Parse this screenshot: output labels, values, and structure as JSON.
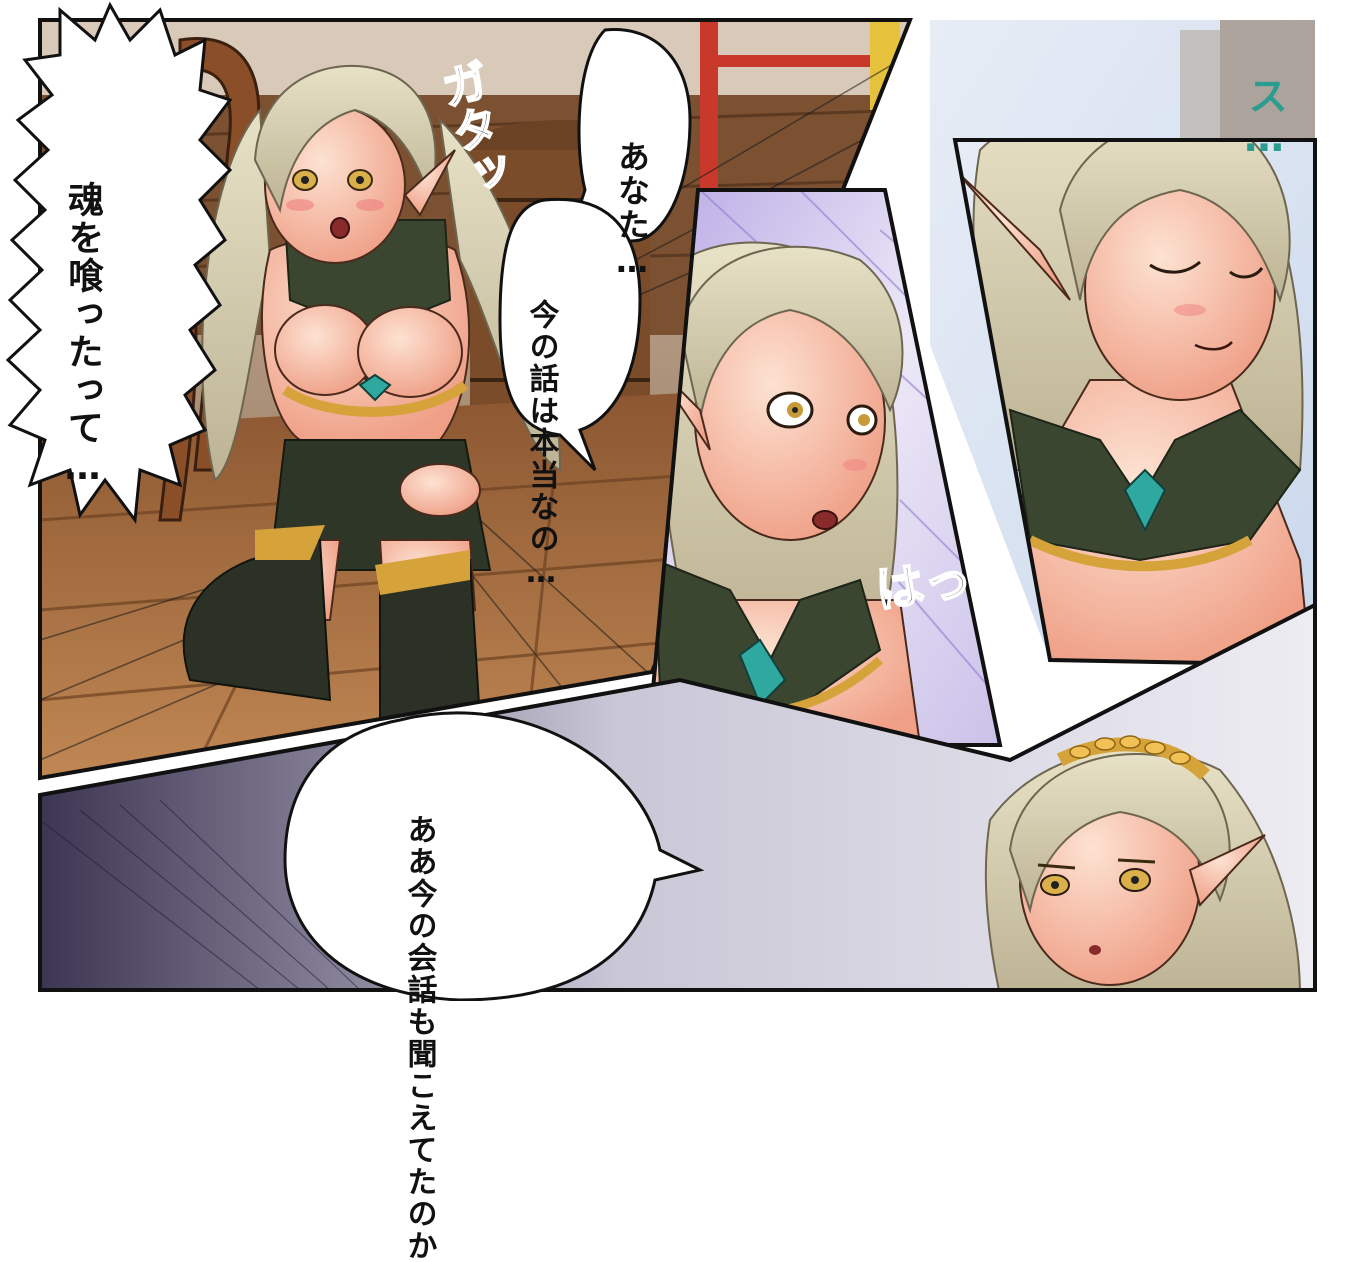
{
  "colors": {
    "border": "#111111",
    "gutter": "#ffffff",
    "wood_dark": "#6b4224",
    "wood_mid": "#a46a3c",
    "wood_light": "#c8915c",
    "hair": "#d9d2b4",
    "skin": "#f6c3a8",
    "outfit_green": "#3a4630",
    "gold": "#d6a23a",
    "gem": "#2fa9a0",
    "sky": "#d9e4f2",
    "violet_bg": "#cfc6ea",
    "lavender": "#dcd8e8",
    "dark_gradient": "#3a3350",
    "sfx_teal": "#2a9d8f"
  },
  "panels": {
    "p1": {
      "illustration": "elf-woman-kneeling-surprised-in-tavern"
    },
    "p2": {
      "illustration": "elf-woman-closeup-shocked"
    },
    "p3": {
      "illustration": "elf-woman-eyes-closed-smug"
    },
    "p4": {
      "illustration": "elf-woman-with-braided-circlet"
    }
  },
  "dialogue": {
    "bubble_1": {
      "lines": [
        "魂を",
        "喰ったって…"
      ]
    },
    "bubble_2": {
      "lines": [
        "あなた…"
      ]
    },
    "bubble_3": {
      "lines": [
        "今の話は",
        "本当なの…"
      ]
    },
    "bubble_4": {
      "lines": [
        "ああ",
        "今の会話も",
        "聞こえてたのか"
      ]
    }
  },
  "sfx": {
    "gata": "ガタッ",
    "ha": "はっ",
    "su": "ス…"
  }
}
